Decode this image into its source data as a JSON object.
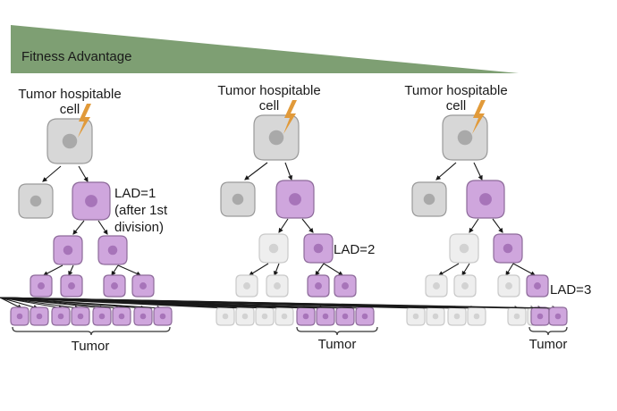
{
  "banner": {
    "label": "Fitness Advantage",
    "color": "#7e9f73"
  },
  "colors": {
    "mutant_fill": "#cfa6dd",
    "mutant_stroke": "#8d6a9a",
    "mutant_nucleus": "#a774b9",
    "wild_fill": "#d7d7d7",
    "wild_stroke": "#9a9a9a",
    "wild_nucleus": "#a9a9a9",
    "faint_fill": "#eeeeee",
    "faint_stroke": "#c9c9c9",
    "faint_nucleus": "#d2d2d2",
    "bolt": "#e19a3a"
  },
  "panels": [
    {
      "title_line1": "Tumor hospitable",
      "title_line2": "cell",
      "lad_lines": [
        "LAD=1",
        "(after 1st",
        "division)"
      ],
      "tumor_label": "Tumor",
      "lad_level": 1
    },
    {
      "title_line1": "Tumor hospitable",
      "title_line2": "cell",
      "lad_lines": [
        "LAD=2"
      ],
      "tumor_label": "Tumor",
      "lad_level": 2
    },
    {
      "title_line1": "Tumor hospitable",
      "title_line2": "cell",
      "lad_lines": [
        "LAD=3"
      ],
      "tumor_label": "Tumor",
      "lad_level": 3
    }
  ]
}
